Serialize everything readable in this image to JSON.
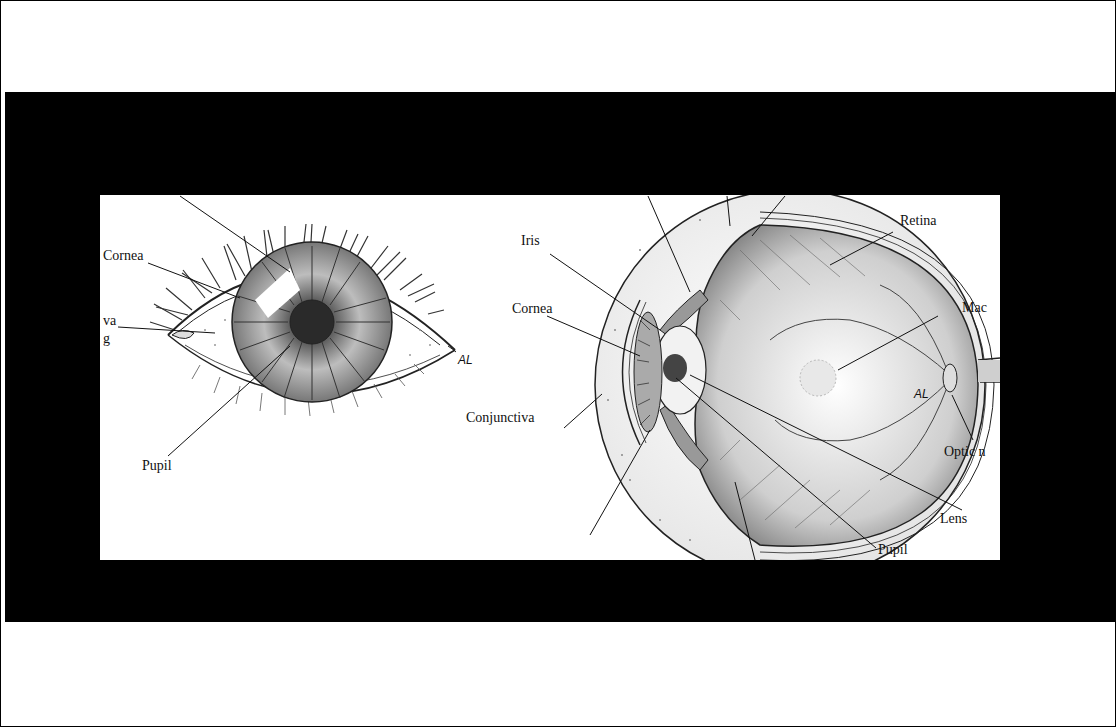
{
  "diagram": {
    "labels": [
      "Cornea",
      "va",
      "g",
      "Pupil",
      "AL",
      "Iris",
      "Cornea",
      "Conjunctiva",
      "Retina",
      "Mac",
      "AL",
      "Optic n",
      "Lens",
      "Pupil"
    ]
  }
}
